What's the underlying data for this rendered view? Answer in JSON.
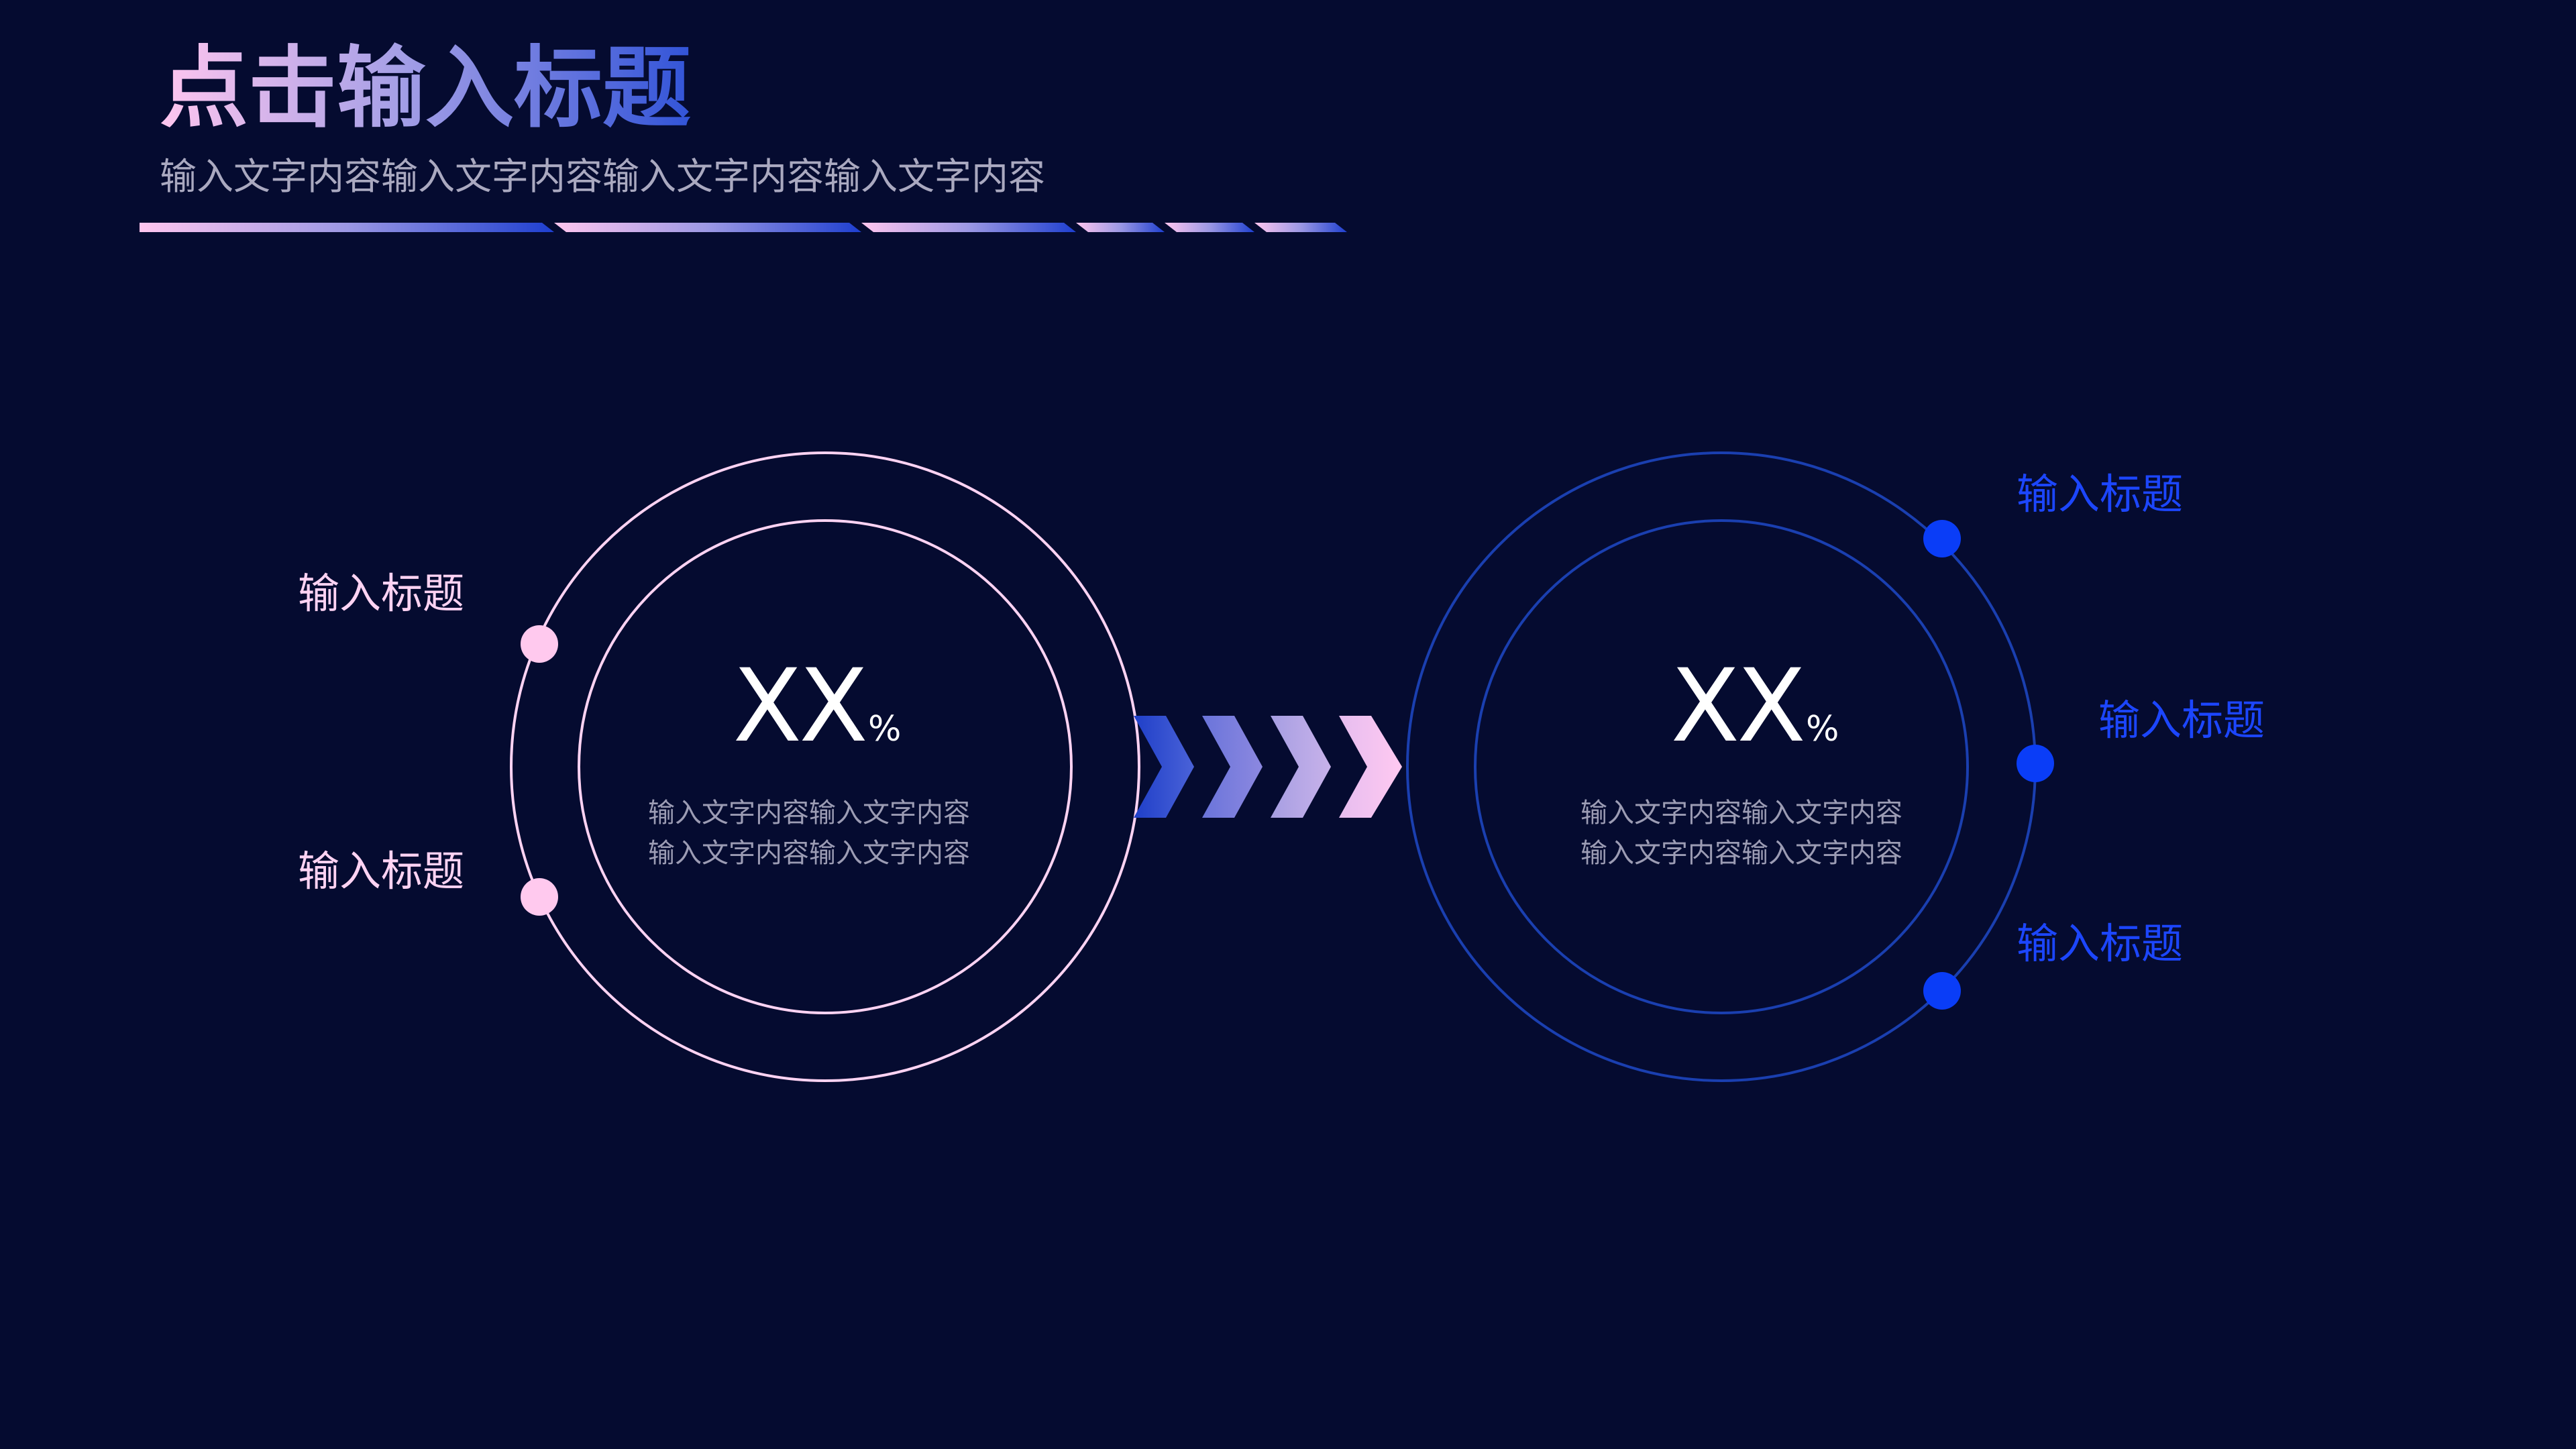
{
  "header": {
    "title": "点击输入标题",
    "subtitle": "输入文字内容输入文字内容输入文字内容输入文字内容"
  },
  "left_circle": {
    "value_main": "XX",
    "value_unit": "%",
    "description": "输入文字内容输入文字内容输入文字内容输入文字内容",
    "labels": [
      "输入标题",
      "输入标题"
    ]
  },
  "right_circle": {
    "value_main": "XX",
    "value_unit": "%",
    "description": "输入文字内容输入文字内容输入文字内容输入文字内容",
    "labels": [
      "输入标题",
      "输入标题",
      "输入标题"
    ]
  },
  "colors": {
    "background": "#050b30",
    "pink": "#ffd3f3",
    "blue": "#0a3df7",
    "ring_blue": "#1a3fb0"
  }
}
